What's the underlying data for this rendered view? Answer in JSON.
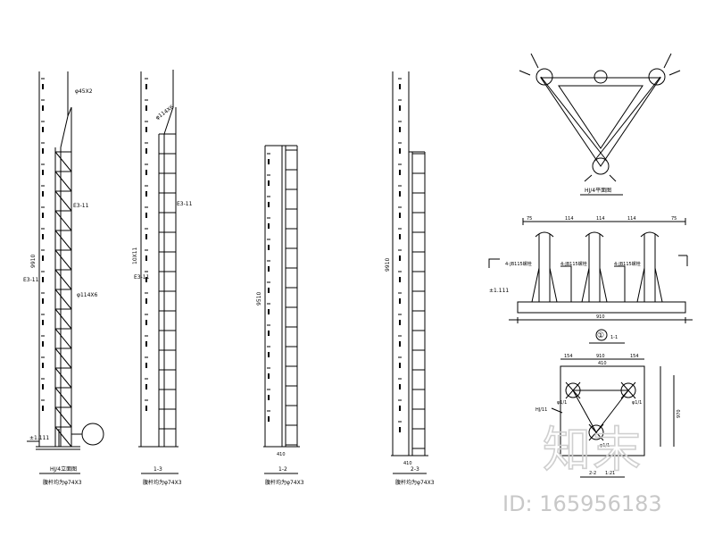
{
  "colors": {
    "line": "#000000",
    "background": "#ffffff",
    "watermark": "#d0d0d0"
  },
  "elevation": {
    "level": "±1.111",
    "tower_a": {
      "title": "HJ/4立面图",
      "subtitle": "腹杆均为φ74X3",
      "label_pipe_top": "φ45X2",
      "label_section_a": "E3-11",
      "label_section_b": "E3-11",
      "label_pipe_mid": "φ114X6",
      "label_height": "9910"
    },
    "tower_b": {
      "title": "1-3",
      "subtitle": "腹杆均为φ74X3",
      "label_pipe_top": "φ114X6",
      "label_section_a": "E3-11",
      "label_section_b": "E3-11",
      "label_height": "10X11"
    },
    "tower_c": {
      "title": "1-2",
      "subtitle": "腹杆均为φ74X3",
      "label_height": "9510",
      "dim_bottom": "410"
    },
    "tower_d": {
      "title": "2-3",
      "subtitle": "腹杆均为φ74X3",
      "label_height": "9910",
      "dim_bottom": "410"
    }
  },
  "plan": {
    "title": "HJ/4平面图"
  },
  "section": {
    "title": "1-1",
    "marker": "①",
    "dims_top": [
      "75",
      "114",
      "114",
      "114",
      "75"
    ],
    "dim_total": "910",
    "tag_left": "4-JB115螺栓",
    "tag_mid": "4-JB115螺栓",
    "tag_right": "4-JB115螺栓",
    "level": "±1.111"
  },
  "base_plan": {
    "title": "2-2",
    "scale": "1:21",
    "dims_top": [
      "154",
      "910",
      "154"
    ],
    "dim_mid": "410",
    "dim_right": "970",
    "label_left": "HJ/11",
    "label_a": "φ1/1",
    "label_b": "φ1/1",
    "label_c": "φ1/1"
  },
  "watermark": {
    "brand": "知末",
    "id": "ID: 165956183"
  }
}
